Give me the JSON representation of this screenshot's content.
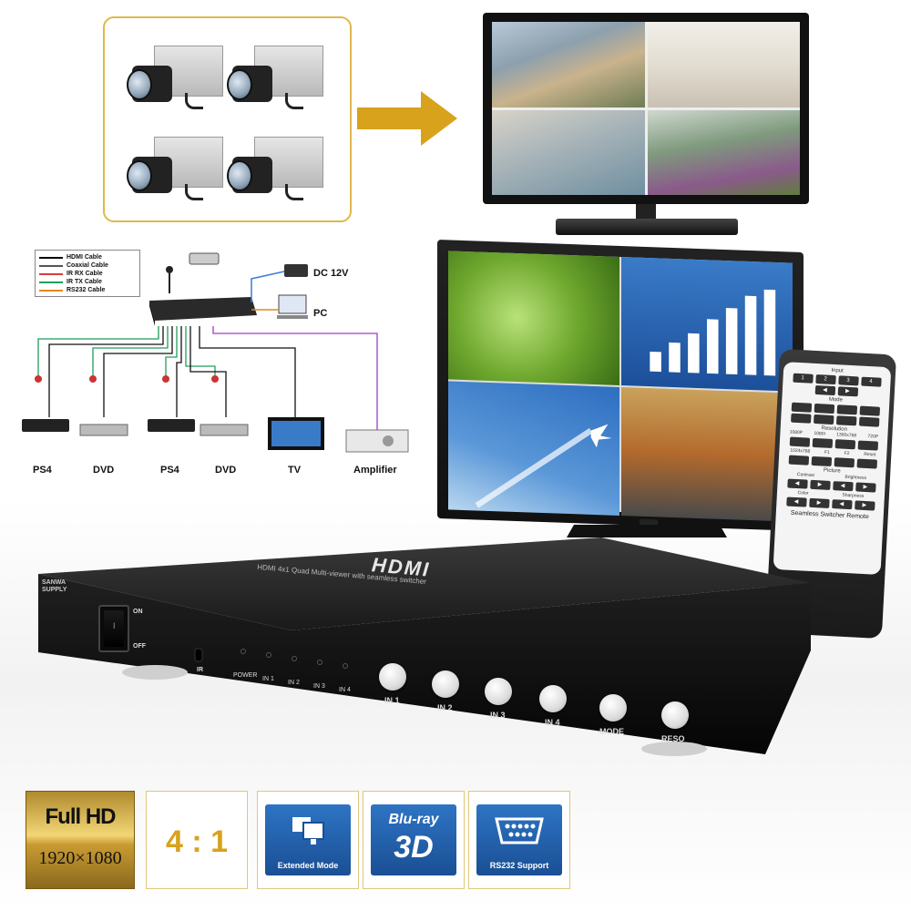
{
  "diagram": {
    "legend": [
      "HDMI Cable",
      "Coaxial Cable",
      "IR RX Cable",
      "IR TX Cable",
      "RS232 Cable"
    ],
    "legend_colors": [
      "#000000",
      "#555555",
      "#d93b3b",
      "#1f9e5a",
      "#e08a1e"
    ],
    "power_label": "DC 12V",
    "pc_label": "PC",
    "devices": [
      "PS4",
      "DVD",
      "PS4",
      "DVD",
      "TV",
      "Amplifier"
    ]
  },
  "remote": {
    "input_label": "Input",
    "input_buttons": [
      "1",
      "2",
      "3",
      "4"
    ],
    "mode_label": "Mode",
    "resolution_label": "Resolution",
    "resolution_row1": [
      "1080P",
      "1080I",
      "1360x768",
      "720P"
    ],
    "resolution_row2": [
      "1024x768",
      "F1",
      "F2",
      "Reset"
    ],
    "picture_label": "Picture",
    "picture_sub1": [
      "Contrast",
      "Brightness"
    ],
    "picture_sub2": [
      "Color",
      "Sharpness"
    ],
    "footer": "Seamless Switcher Remote"
  },
  "switcher": {
    "brand": "SANWA SUPPLY",
    "logo": "HDMI",
    "tagline": "HDMI 4x1 Quad Multi-viewer with seamless switcher",
    "switch_on": "ON",
    "switch_off": "OFF",
    "ir_label": "IR",
    "led_labels": [
      "POWER",
      "IN 1",
      "IN 2",
      "IN 3",
      "IN 4"
    ],
    "button_labels": [
      "IN 1",
      "IN 2",
      "IN 3",
      "IN 4",
      "MODE",
      "RESO"
    ]
  },
  "badges": {
    "fullhd_title": "Full HD",
    "fullhd_res": "1920×1080",
    "ratio": "4 : 1",
    "extended": "Extended Mode",
    "bluray": "Blu-ray",
    "bluray_3d": "3D",
    "rs232": "RS232 Support"
  },
  "colors": {
    "gold_border": "#e0b84a",
    "arrow": "#d8a21d",
    "badge_blue": "#2e74c4"
  }
}
